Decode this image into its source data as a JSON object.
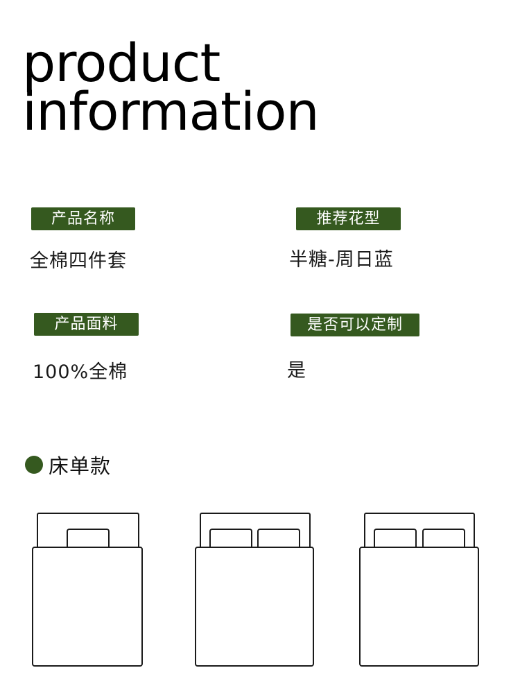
{
  "title": {
    "line1": "product",
    "line2": "information"
  },
  "fields": [
    {
      "label": "产品名称",
      "value": "全棉四件套"
    },
    {
      "label": "推荐花型",
      "value": "半糖-周日蓝"
    },
    {
      "label": "产品面料",
      "value": "100%全棉"
    },
    {
      "label": "是否可以定制",
      "value": "是"
    }
  ],
  "section": {
    "label": "床单款",
    "bullet_color": "#35591f"
  },
  "beds": [
    {
      "pillows": 1
    },
    {
      "pillows": 2
    },
    {
      "pillows": 2
    }
  ],
  "colors": {
    "accent": "#35591f",
    "tag_text": "#ffffff"
  }
}
